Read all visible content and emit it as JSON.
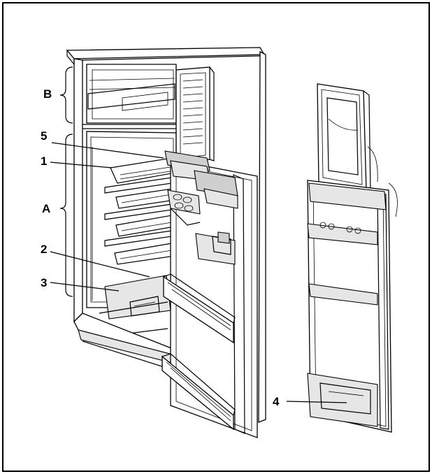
{
  "labels": {
    "A": "A",
    "B": "B",
    "1": "1",
    "2": "2",
    "3": "3",
    "4": "4",
    "5": "5"
  },
  "colors": {
    "line": "#000000",
    "background": "#ffffff",
    "shade": "#e6e6e6"
  }
}
